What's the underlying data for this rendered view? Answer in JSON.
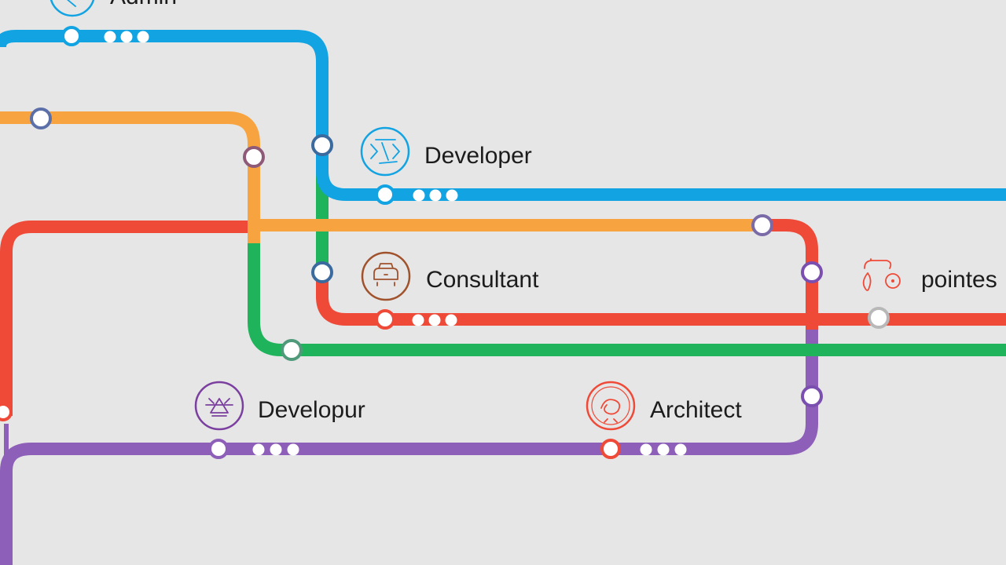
{
  "colors": {
    "background": "#e6e6e6",
    "blue": "#12a3e3",
    "orange": "#f7a440",
    "green": "#1fb35c",
    "red": "#ef4a38",
    "purple": "#8d5fb8"
  },
  "routes": [
    {
      "name": "blue-route",
      "color": "#12a3e3"
    },
    {
      "name": "orange-route",
      "color": "#f7a440"
    },
    {
      "name": "green-route",
      "color": "#1fb35c"
    },
    {
      "name": "red-route",
      "color": "#ef4a38"
    },
    {
      "name": "purple-route",
      "color": "#8d5fb8"
    }
  ],
  "labels": {
    "admin": "Admin",
    "developer": "Developer",
    "consultant": "Consultant",
    "developur": "Developur",
    "architect": "Architect",
    "pointes": "pointes"
  },
  "emblems": {
    "admin": {
      "icon": "admin-icon",
      "color": "#12a3e3"
    },
    "developer": {
      "icon": "code-icon",
      "color": "#12a3e3"
    },
    "consultant": {
      "icon": "consultant-icon",
      "color": "#a0522d"
    },
    "developur": {
      "icon": "bug-icon",
      "color": "#7b3fa0"
    },
    "architect": {
      "icon": "architect-icon",
      "color": "#ef4a38"
    },
    "pointes": {
      "icon": "pointer-icon",
      "color": "#ef4a38"
    }
  }
}
